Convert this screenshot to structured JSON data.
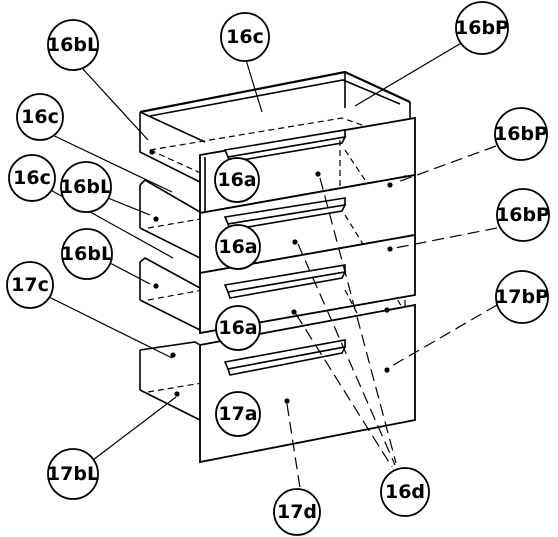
{
  "labels": {
    "l_16c_top": "16c",
    "l_16bP_top": "16bP",
    "l_16bL_top": "16bL",
    "l_16c_left1": "16c",
    "l_16bP_r1": "16bP",
    "l_16bL_left2": "16bL",
    "l_16c_left2": "16c",
    "l_16bP_r2": "16bP",
    "l_16bL_left3": "16bL",
    "l_17c": "17c",
    "l_17bP": "17bP",
    "l_16a_1": "16a",
    "l_16a_2": "16a",
    "l_16a_3": "16a",
    "l_17a": "17a",
    "l_17bL": "17bL",
    "l_16d": "16d",
    "l_17d": "17d"
  }
}
